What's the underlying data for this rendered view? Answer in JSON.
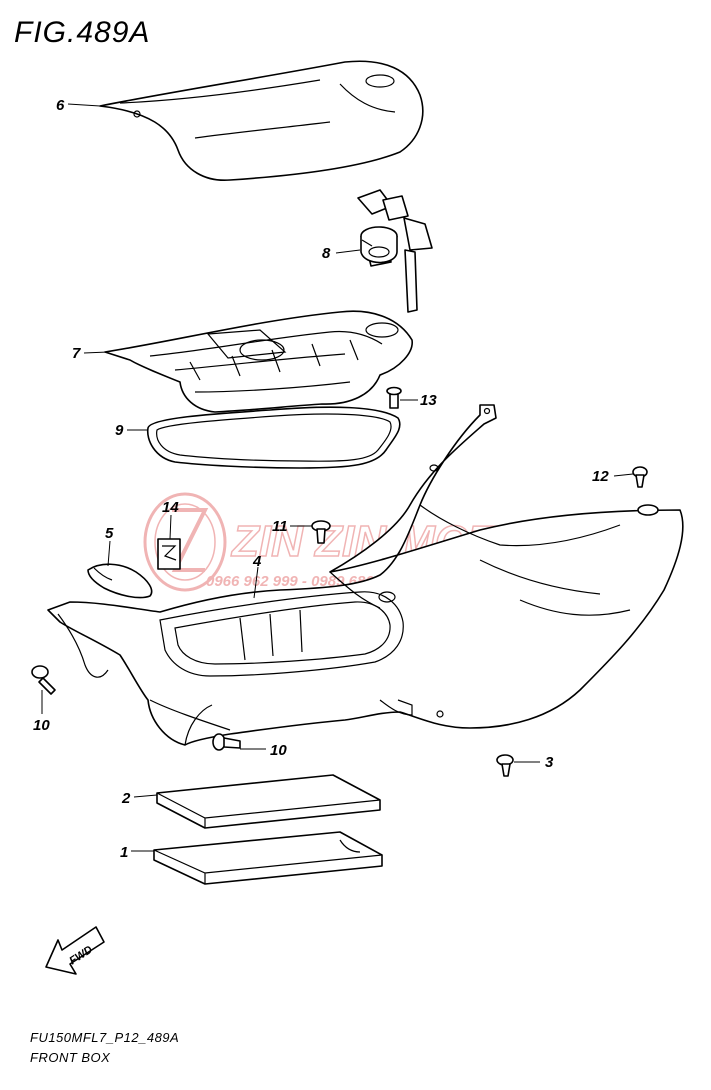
{
  "title": "FIG.489A",
  "drawing_code": "FU150MFL7_P12_489A",
  "section_name": "FRONT BOX",
  "watermark": {
    "brand": "ZIN ZIN MOTOR",
    "phone": "0966 962 999 - 0989 686 986",
    "color": "#e05a5a"
  },
  "fwd_label": "FWD",
  "callouts": {
    "c1": "1",
    "c2": "2",
    "c3": "3",
    "c4": "4",
    "c5": "5",
    "c6": "6",
    "c7": "7",
    "c8": "8",
    "c9": "9",
    "c10a": "10",
    "c10b": "10",
    "c11": "11",
    "c12": "12",
    "c13": "13",
    "c14": "14"
  }
}
